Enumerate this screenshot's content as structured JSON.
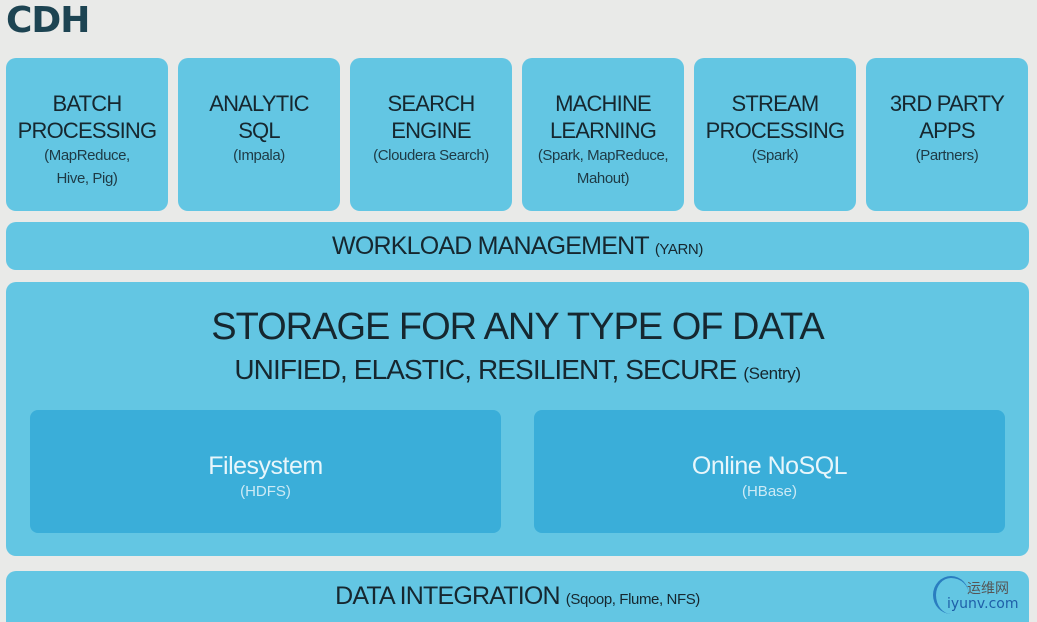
{
  "title": "CDH",
  "apps": [
    {
      "name": "BATCH\nPROCESSING",
      "sub": "(MapReduce,\nHive, Pig)"
    },
    {
      "name": "ANALYTIC\nSQL",
      "sub": "(Impala)"
    },
    {
      "name": "SEARCH\nENGINE",
      "sub": "(Cloudera Search)"
    },
    {
      "name": "MACHINE\nLEARNING",
      "sub": "(Spark, MapReduce,\nMahout)"
    },
    {
      "name": "STREAM\nPROCESSING",
      "sub": "(Spark)"
    },
    {
      "name": "3RD PARTY\nAPPS",
      "sub": "(Partners)"
    }
  ],
  "workload": {
    "main": "WORKLOAD MANAGEMENT",
    "sub": "(YARN)"
  },
  "storage": {
    "title": "STORAGE FOR ANY TYPE OF DATA",
    "subtitle": "UNIFIED, ELASTIC, RESILIENT, SECURE",
    "subtitle_note": "(Sentry)",
    "components": [
      {
        "name": "Filesystem",
        "sub": "(HDFS)"
      },
      {
        "name": "Online NoSQL",
        "sub": "(HBase)"
      }
    ]
  },
  "integration": {
    "main": "DATA INTEGRATION",
    "sub": "(Sqoop, Flume, NFS)"
  },
  "watermark": {
    "cn": "运维网",
    "en": "iyunv.com"
  },
  "colors": {
    "box": "#63c6e3",
    "inner": "#3aaed9",
    "background": "#e9eae8",
    "title": "#1d4452"
  }
}
